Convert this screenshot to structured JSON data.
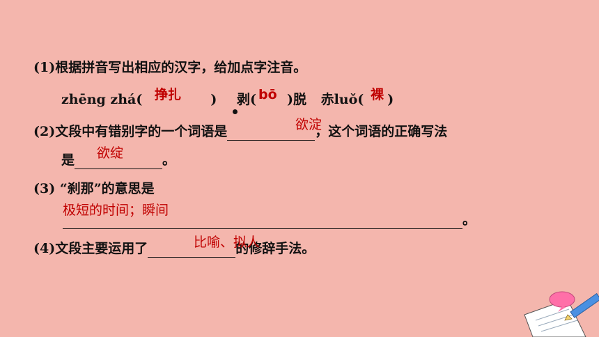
{
  "q1": {
    "prompt": "(1)根据拼音写出相应的汉字，给加点字注音。",
    "pinyin1": "zhēng zhá(",
    "close1": ")",
    "char_bo": "剥",
    "open2": "(",
    "close2_tail": ")脱",
    "chi": "赤",
    "pinyin3": "luǒ(",
    "close3": ")",
    "answer1": "挣扎",
    "answer2": "bō",
    "answer3": "裸"
  },
  "q2": {
    "line1_start": "(2)文段中有错别字的一个词语是",
    "line1_end": "，这个词语的正确写法",
    "line2_start": "是",
    "line2_end": "。",
    "answer_wrong": "欲淀",
    "answer_correct": "欲绽"
  },
  "q3": {
    "prompt": "(3) “刹那”的意思是",
    "line_end": "。",
    "answer": "极短的时间；瞬间"
  },
  "q4": {
    "start": "(4)文段主要运用了",
    "end": "的修辞手法。",
    "answer": "比喻、拟人"
  }
}
